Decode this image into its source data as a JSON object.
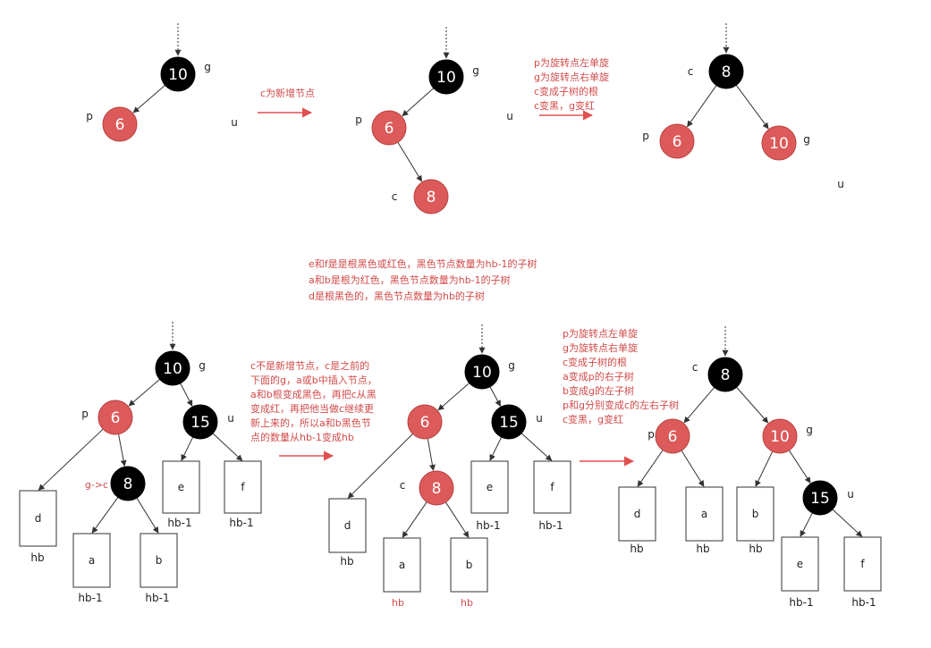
{
  "colors": {
    "black_node": "#000000",
    "red_node": "#dc5a5a",
    "red_text": "#d24a4a",
    "arrow": "#e05050",
    "line": "#333333"
  },
  "nodes": [
    {
      "id": "n1",
      "value": "10",
      "color": "black"
    },
    {
      "id": "n2",
      "value": "6",
      "color": "red"
    },
    {
      "id": "n3",
      "value": "10",
      "color": "black"
    },
    {
      "id": "n4",
      "value": "6",
      "color": "red"
    },
    {
      "id": "n5",
      "value": "8",
      "color": "red"
    },
    {
      "id": "n6",
      "value": "8",
      "color": "black"
    },
    {
      "id": "n7",
      "value": "6",
      "color": "red"
    },
    {
      "id": "n8",
      "value": "10",
      "color": "red"
    },
    {
      "id": "n9",
      "value": "10",
      "color": "black"
    },
    {
      "id": "n10",
      "value": "6",
      "color": "red"
    },
    {
      "id": "n11",
      "value": "15",
      "color": "black"
    },
    {
      "id": "n12",
      "value": "8",
      "color": "black"
    },
    {
      "id": "n13",
      "value": "10",
      "color": "black"
    },
    {
      "id": "n14",
      "value": "6",
      "color": "red"
    },
    {
      "id": "n15",
      "value": "15",
      "color": "black"
    },
    {
      "id": "n16",
      "value": "8",
      "color": "red"
    },
    {
      "id": "n17",
      "value": "8",
      "color": "black"
    },
    {
      "id": "n18",
      "value": "6",
      "color": "red"
    },
    {
      "id": "n19",
      "value": "10",
      "color": "red"
    },
    {
      "id": "n20",
      "value": "15",
      "color": "black"
    }
  ],
  "labels": [
    {
      "id": "l1",
      "text": "g"
    },
    {
      "id": "l2",
      "text": "p"
    },
    {
      "id": "l3",
      "text": "u"
    },
    {
      "id": "l4",
      "text": "g"
    },
    {
      "id": "l5",
      "text": "p"
    },
    {
      "id": "l6",
      "text": "u"
    },
    {
      "id": "l7",
      "text": "c"
    },
    {
      "id": "l8",
      "text": "c"
    },
    {
      "id": "l9",
      "text": "p"
    },
    {
      "id": "l10",
      "text": "g"
    },
    {
      "id": "l11",
      "text": "u"
    },
    {
      "id": "l12",
      "text": "g"
    },
    {
      "id": "l13",
      "text": "p"
    },
    {
      "id": "l14",
      "text": "u"
    },
    {
      "id": "l15",
      "text": "g"
    },
    {
      "id": "l16",
      "text": "c"
    },
    {
      "id": "l17",
      "text": "u"
    },
    {
      "id": "l18",
      "text": "c"
    },
    {
      "id": "l19",
      "text": "p"
    },
    {
      "id": "l20",
      "text": "g"
    },
    {
      "id": "l21",
      "text": "u"
    }
  ],
  "boxes": [
    {
      "id": "b1",
      "text": "d"
    },
    {
      "id": "b2",
      "text": "a"
    },
    {
      "id": "b3",
      "text": "b"
    },
    {
      "id": "b4",
      "text": "e"
    },
    {
      "id": "b5",
      "text": "f"
    },
    {
      "id": "b6",
      "text": "d"
    },
    {
      "id": "b7",
      "text": "a"
    },
    {
      "id": "b8",
      "text": "b"
    },
    {
      "id": "b9",
      "text": "e"
    },
    {
      "id": "b10",
      "text": "f"
    },
    {
      "id": "b11",
      "text": "d"
    },
    {
      "id": "b12",
      "text": "a"
    },
    {
      "id": "b13",
      "text": "b"
    },
    {
      "id": "b14",
      "text": "e"
    },
    {
      "id": "b15",
      "text": "f"
    }
  ],
  "box_captions": [
    {
      "id": "c1",
      "text": "hb"
    },
    {
      "id": "c2",
      "text": "hb-1"
    },
    {
      "id": "c3",
      "text": "hb-1"
    },
    {
      "id": "c4",
      "text": "hb-1"
    },
    {
      "id": "c5",
      "text": "hb-1"
    },
    {
      "id": "c6",
      "text": "hb"
    },
    {
      "id": "c7",
      "text": "hb-1"
    },
    {
      "id": "c8",
      "text": "hb-1"
    },
    {
      "id": "c9",
      "text": "hb"
    },
    {
      "id": "c10",
      "text": "hb"
    },
    {
      "id": "c11",
      "text": "hb"
    },
    {
      "id": "c12",
      "text": "hb-1"
    },
    {
      "id": "c13",
      "text": "hb-1"
    }
  ],
  "red_captions": [
    {
      "id": "r1",
      "text": "g->c"
    },
    {
      "id": "r2",
      "text": "hb"
    },
    {
      "id": "r3",
      "text": "hb"
    }
  ],
  "notes": {
    "new_node": "c为新增节点",
    "step1_rotation": [
      "p为旋转点左单旋",
      "g为旋转点右单旋",
      "c变成子树的根",
      "c变黑，g变红"
    ],
    "subtree_description": [
      "e和f是是根黑色或红色，黑色节点数量为hb-1的子树",
      "a和b是根为红色，黑色节点数量为hb-1的子树",
      "d是根黑色的，黑色节点数量为hb的子树"
    ],
    "not_new_node": [
      "c不是新增节点，c是之前的",
      "下面的g，a或b中插入节点，",
      "a和b根变成黑色，再把c从黑",
      "变成红，再把他当做c继续更",
      "新上来的，所以a和b黑色节",
      "点的数量从hb-1变成hb"
    ],
    "step2_rotation": [
      "p为旋转点左单旋",
      "g为旋转点右单旋",
      "c变成子树的根",
      "a变成p的右子树",
      "b变成g的左子树",
      "p和g分别变成c的左右子树",
      "c变黑，g变红"
    ]
  }
}
